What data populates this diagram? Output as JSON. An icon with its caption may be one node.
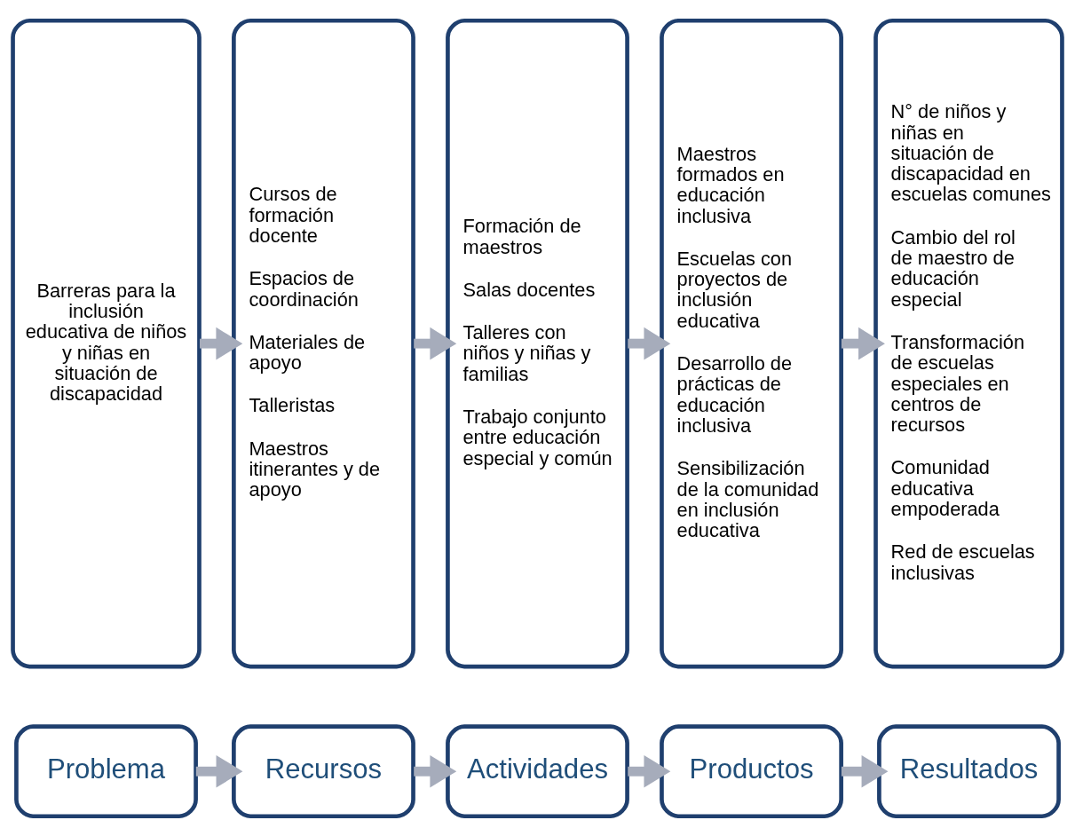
{
  "diagram": {
    "nodes": [
      {
        "text": [
          "Problema"
        ]
      },
      {
        "text": [
          "Recursos"
        ]
      },
      {
        "text": [
          "Actividades"
        ]
      },
      {
        "text": [
          "Productos"
        ]
      },
      {
        "text": [
          "Resultados"
        ]
      },
      {
        "text": [
          "Barreras para la inclusión educativa de niños y niñas en situación de discapacidad"
        ]
      },
      {
        "text": [
          "Cursos de formación docente",
          "Espacios de coordinación",
          "Materiales de apoyo",
          "Talleristas",
          "Maestros itinerantes y de apoyo"
        ]
      },
      {
        "text": [
          "Formación de maestros",
          "Salas docentes",
          "Talleres con niños y niñas y familias",
          "Trabajo conjunto entre educación especial y común"
        ]
      },
      {
        "text": [
          "Maestros formados en educación inclusiva",
          "Escuelas con proyectos de inclusión educativa",
          "Desarrollo de prácticas de educación inclusiva",
          "Sensibilización de la comunidad en inclusión educativa"
        ]
      },
      {
        "text": [
          "N° de niños y niñas en situación de discapacidad en escuelas comunes",
          "Cambio del rol de maestro de educación especial",
          "Transformación de escuelas especiales en centros de recursos",
          "Comunidad educativa empoderada",
          "Red de escuelas inclusivas"
        ]
      }
    ],
    "edges": [
      {
        "from": 0,
        "to": 1,
        "arrow": "to"
      },
      {
        "from": 1,
        "to": 2,
        "arrow": "to"
      },
      {
        "from": 2,
        "to": 3,
        "arrow": "to"
      },
      {
        "from": 3,
        "to": 4,
        "arrow": "to"
      },
      {
        "from": 5,
        "to": 6,
        "arrow": "to"
      },
      {
        "from": 6,
        "to": 7,
        "arrow": "to"
      },
      {
        "from": 7,
        "to": 8,
        "arrow": "to"
      },
      {
        "from": 8,
        "to": 9,
        "arrow": "to"
      }
    ]
  }
}
